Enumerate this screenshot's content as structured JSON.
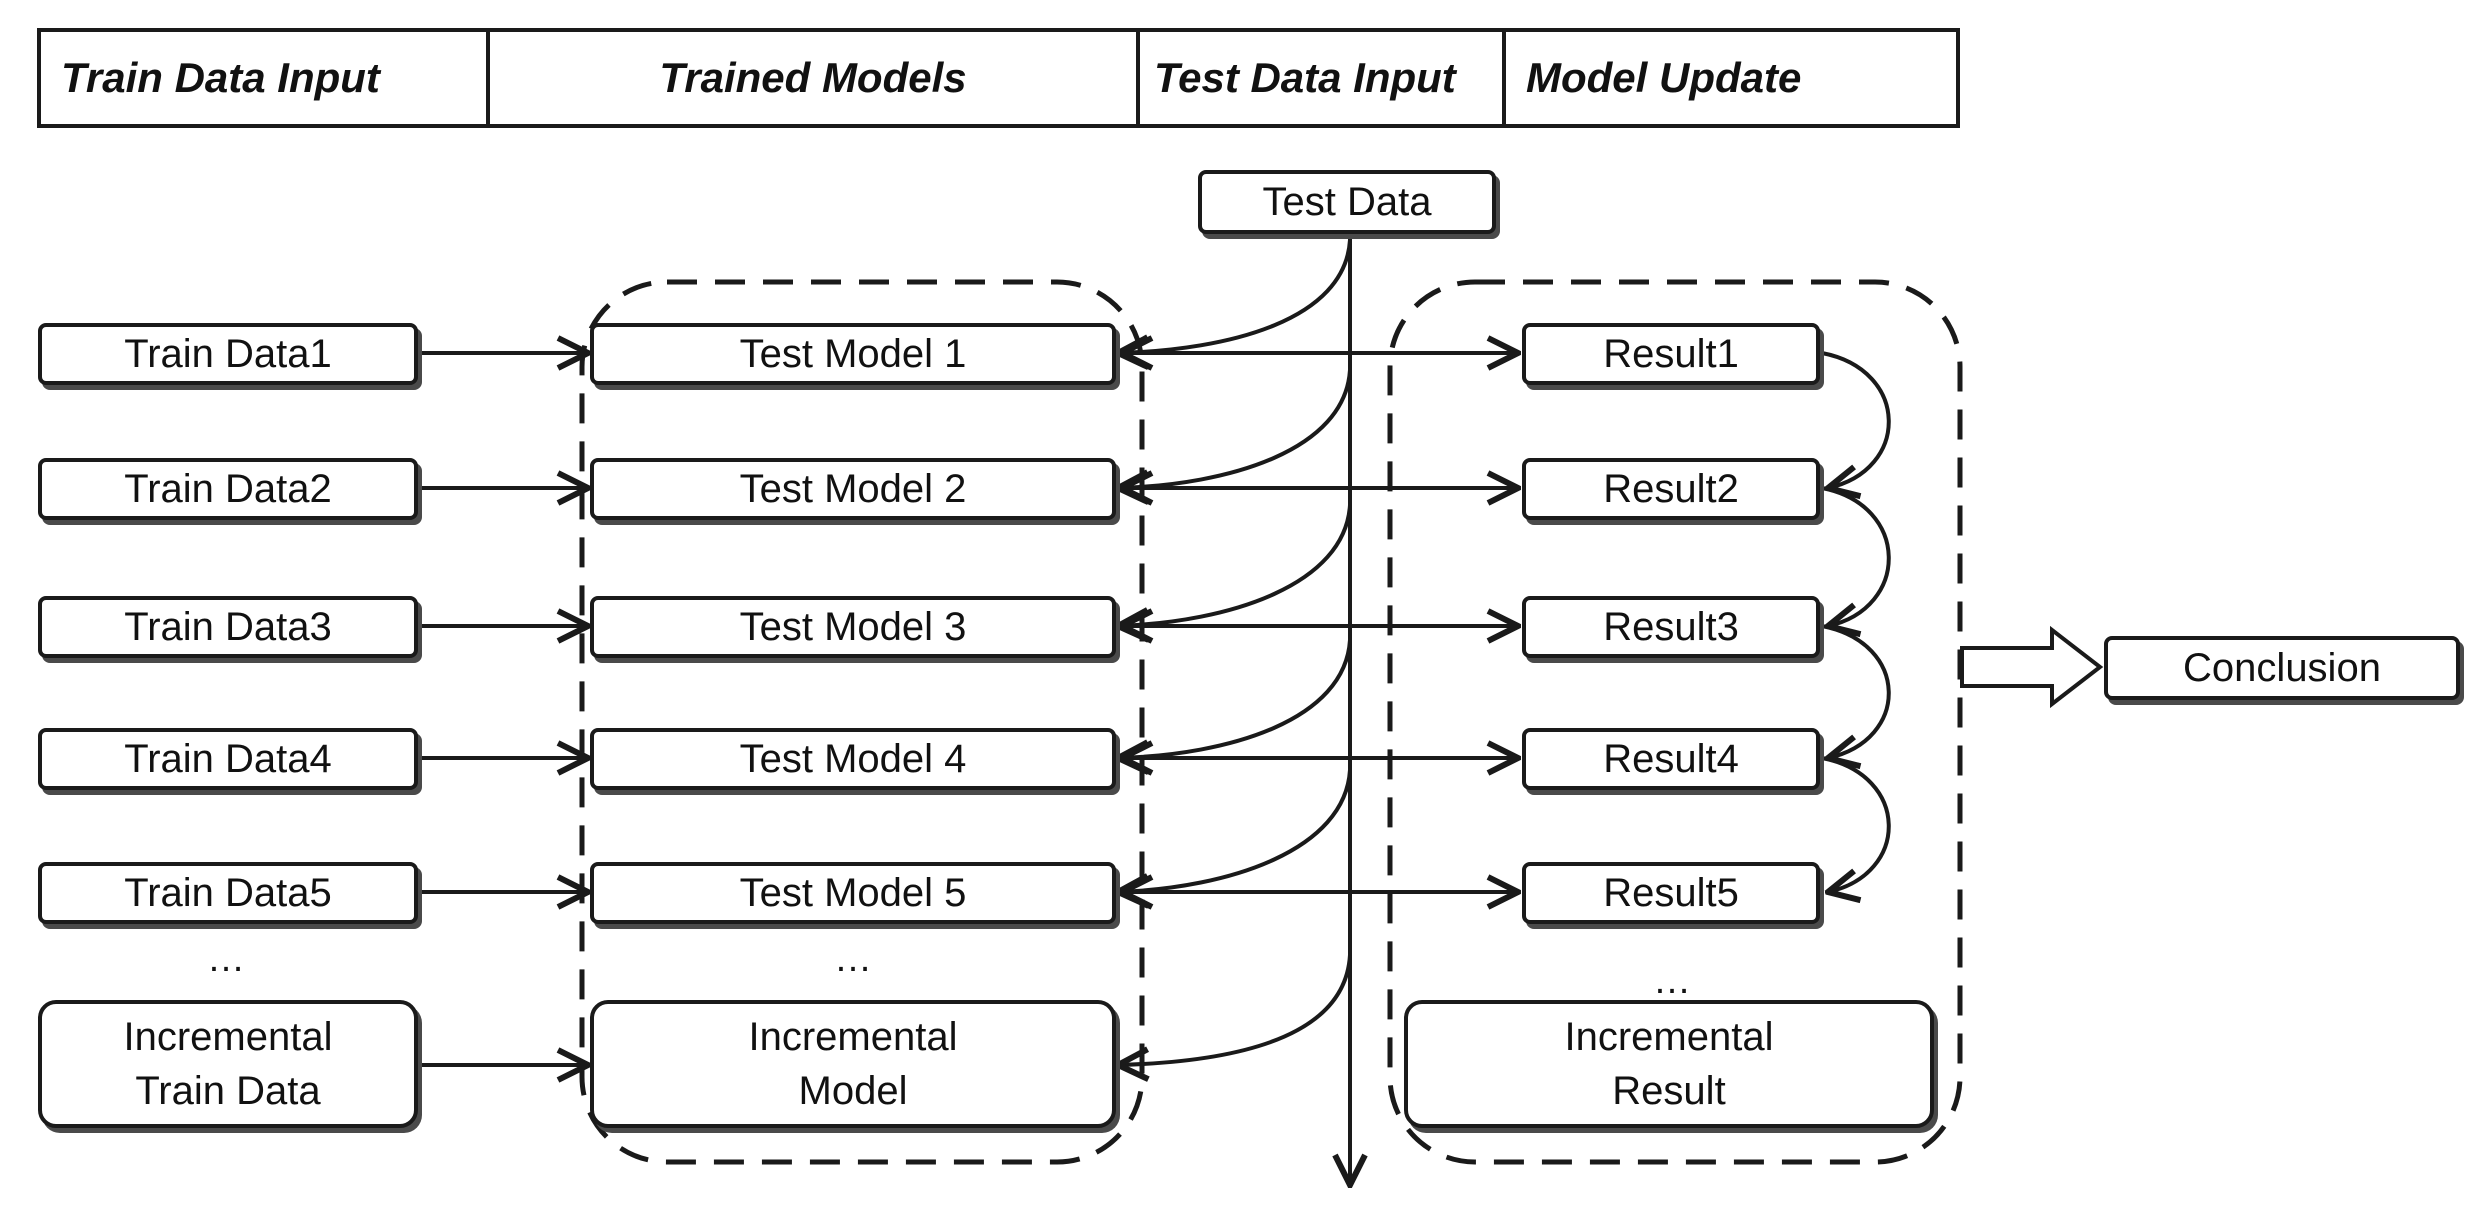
{
  "header": {
    "columns": [
      "Train Data Input",
      "Trained Models",
      "Test Data Input",
      "Model Update"
    ]
  },
  "test_data_label": "Test Data",
  "train_data": [
    "Train Data1",
    "Train Data2",
    "Train Data3",
    "Train Data4",
    "Train Data5"
  ],
  "models": [
    "Test Model 1",
    "Test Model 2",
    "Test Model 3",
    "Test Model 4",
    "Test Model 5"
  ],
  "results": [
    "Result1",
    "Result2",
    "Result3",
    "Result4",
    "Result5"
  ],
  "ellipsis": "…",
  "incremental_train": {
    "line1": "Incremental",
    "line2": "Train Data"
  },
  "incremental_model": {
    "line1": "Incremental",
    "line2": "Model"
  },
  "incremental_result": {
    "line1": "Incremental",
    "line2": "Result"
  },
  "conclusion_label": "Conclusion"
}
